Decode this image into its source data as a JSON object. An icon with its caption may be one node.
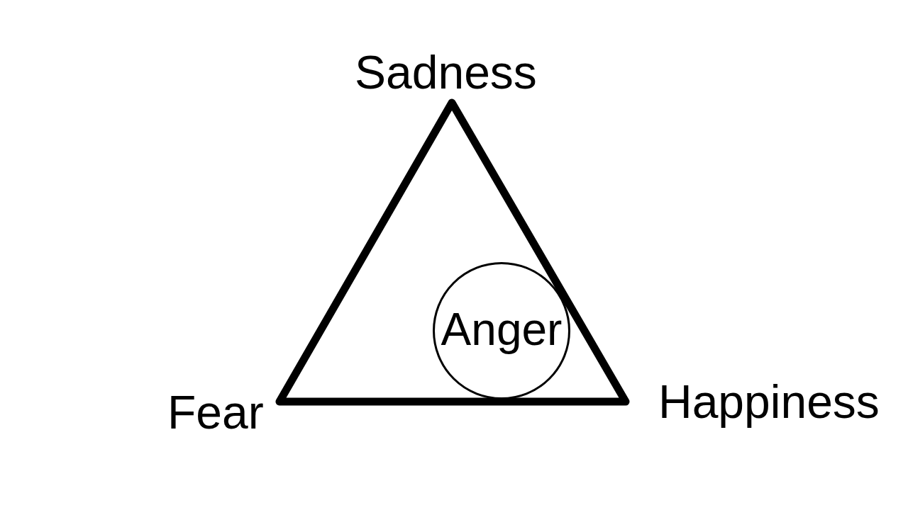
{
  "diagram": {
    "nodes": [
      {
        "text": [],
        "shape": "triangle",
        "beside": [
          "Sadness",
          "Fear",
          "Happiness"
        ]
      },
      {
        "text": [
          "Anger"
        ],
        "in": 0
      }
    ]
  }
}
